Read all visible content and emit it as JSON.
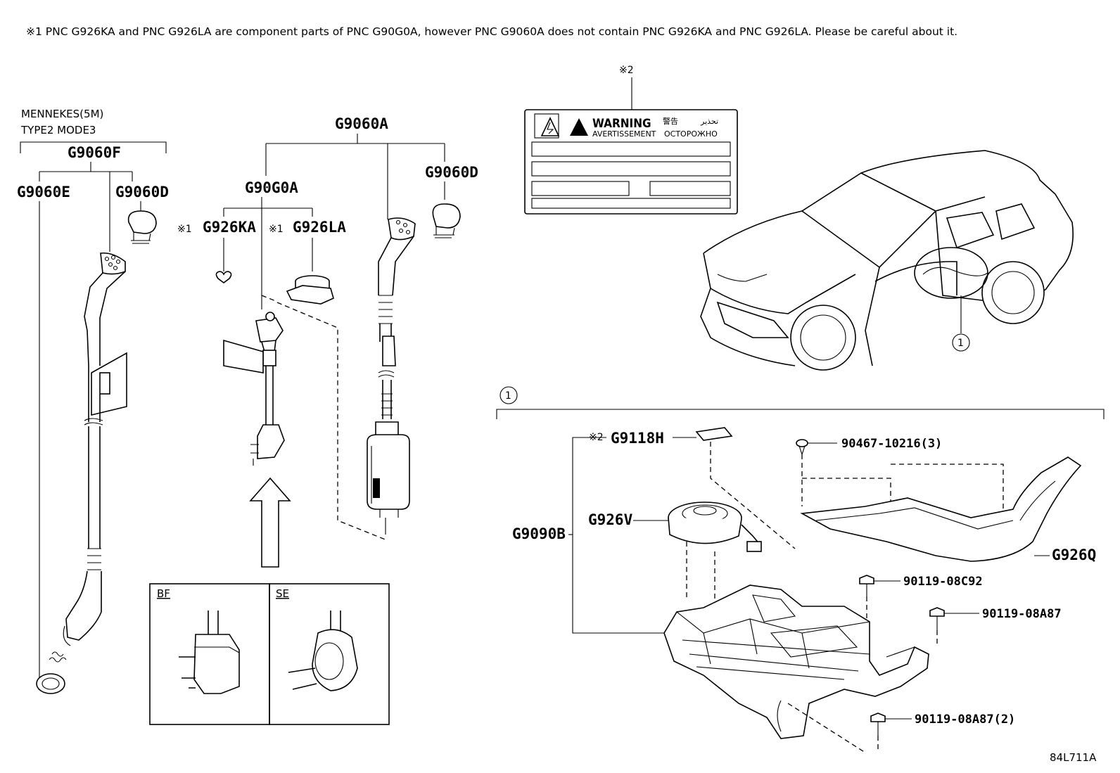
{
  "note": "※1 PNC G926KA and PNC G926LA are component parts of PNC G90G0A, however PNC G9060A does not contain PNC G926KA and PNC G926LA. Please be careful about it.",
  "left_header": {
    "line1": "MENNEKES(5M)",
    "line2": "TYPE2 MODE3"
  },
  "pnc": {
    "g9060f": "G9060F",
    "g9060e": "G9060E",
    "g9060d_left": "G9060D",
    "g9060a": "G9060A",
    "g90g0a": "G90G0A",
    "g926ka": "G926KA",
    "g926la": "G926LA",
    "g9060d_right": "G9060D",
    "g9118h": "G9118H",
    "g926v": "G926V",
    "g9090b": "G9090B",
    "g926q": "G926Q"
  },
  "marks": {
    "ref1_ka": "※1",
    "ref1_la": "※1",
    "ref2_label": "※2",
    "ref2_g9118h": "※2"
  },
  "parts": {
    "p1": "90467-10216(3)",
    "p2": "90119-08C92",
    "p3": "90119-08A87",
    "p4": "90119-08A87(2)"
  },
  "plug_boxes": {
    "left": "BF",
    "right": "SE"
  },
  "warning_label": {
    "warning": "WARNING",
    "avertissement": "AVERTISSEMENT",
    "japanese": "警告",
    "russian": "ОСТОРОЖНО",
    "arabic": "تحذير"
  },
  "callout_number": "1",
  "section_number": "1",
  "diagram_id": "84L711A"
}
